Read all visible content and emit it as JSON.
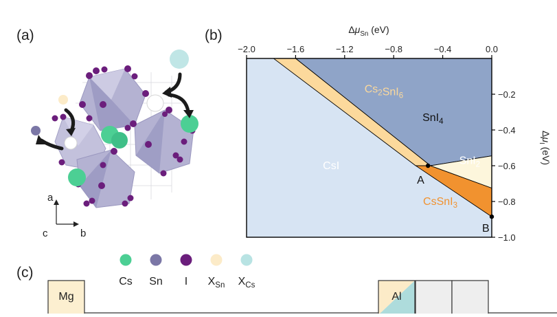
{
  "panels": {
    "a": "(a)",
    "b": "(b)",
    "c": "(c)"
  },
  "axes_a": {
    "a": "a",
    "b": "b",
    "c": "c"
  },
  "legend": [
    {
      "label": "Cs",
      "sub": "",
      "color": "#4ccf94"
    },
    {
      "label": "Sn",
      "sub": "",
      "color": "#7b77a6"
    },
    {
      "label": "I",
      "sub": "",
      "color": "#6b1e7c"
    },
    {
      "label": "X",
      "sub": "Sn",
      "color": "#fcebc8"
    },
    {
      "label": "X",
      "sub": "Cs",
      "color": "#b8e3e3"
    }
  ],
  "periodic_row": {
    "cells": [
      {
        "label": "Mg",
        "fill": "#fcefd0"
      },
      {
        "label": "Al",
        "fill": "split"
      },
      {
        "label": "",
        "fill": "#eeeeee"
      },
      {
        "label": "",
        "fill": "#eeeeee"
      }
    ]
  },
  "chart_data": {
    "type": "area",
    "xlabel": "Δμ",
    "xlabel_sub": "Sn",
    "xlabel_unit": " (eV)",
    "ylabel": "Δμ",
    "ylabel_sub": "I",
    "ylabel_unit": " (eV)",
    "xlim": [
      -2.0,
      0.0
    ],
    "ylim": [
      -1.0,
      0.0
    ],
    "x_ticks": [
      -2.0,
      -1.6,
      -1.2,
      -0.8,
      -0.4,
      0.0
    ],
    "x_tick_labels": [
      "−2.0",
      "−1.6",
      "−1.2",
      "−0.8",
      "−0.4",
      "0.0"
    ],
    "y_ticks": [
      -0.2,
      -0.4,
      -0.6,
      -0.8,
      -1.0
    ],
    "y_tick_labels": [
      "−0.2",
      "−0.4",
      "−0.6",
      "−0.8",
      "−1.0"
    ],
    "regions": [
      {
        "name": "CsI",
        "sub": "",
        "name2": "",
        "sub2": "",
        "color": "#d7e4f3",
        "label_color": "#ffffff",
        "polygon": [
          [
            -2.0,
            0.0
          ],
          [
            -1.78,
            0.0
          ],
          [
            0.0,
            -0.885
          ],
          [
            0.0,
            -1.0
          ],
          [
            -2.0,
            -1.0
          ]
        ]
      },
      {
        "name": "SnI",
        "sub": "4",
        "name2": "",
        "sub2": "",
        "color": "#8fa4c8",
        "label_color": "#111111",
        "polygon": [
          [
            -1.6,
            0.0
          ],
          [
            0.0,
            0.0
          ],
          [
            0.0,
            -0.545
          ],
          [
            -0.5,
            -0.6
          ]
        ]
      },
      {
        "name": "Cs",
        "sub": "2",
        "name2": "SnI",
        "sub2": "6",
        "color": "#fcd99c",
        "label_color": "#fcd99c",
        "polygon": [
          [
            -1.78,
            0.0
          ],
          [
            -1.6,
            0.0
          ],
          [
            -0.5,
            -0.6
          ],
          [
            -0.62,
            -0.6
          ]
        ]
      },
      {
        "name": "CsSnI",
        "sub": "3",
        "name2": "",
        "sub2": "",
        "color": "#f1922f",
        "label_color": "#f1922f",
        "polygon": [
          [
            -0.62,
            -0.6
          ],
          [
            -0.5,
            -0.6
          ],
          [
            0.0,
            -0.725
          ],
          [
            0.0,
            -0.885
          ]
        ]
      },
      {
        "name": "SnI",
        "sub": "2",
        "name2": "",
        "sub2": "",
        "color": "#fdf6dc",
        "label_color": "#ffffff",
        "polygon": [
          [
            -0.5,
            -0.6
          ],
          [
            0.0,
            -0.545
          ],
          [
            0.0,
            -0.725
          ]
        ]
      }
    ],
    "points": [
      {
        "name": "A",
        "x": -0.52,
        "y": -0.6
      },
      {
        "name": "B",
        "x": 0.0,
        "y": -0.885
      }
    ]
  }
}
